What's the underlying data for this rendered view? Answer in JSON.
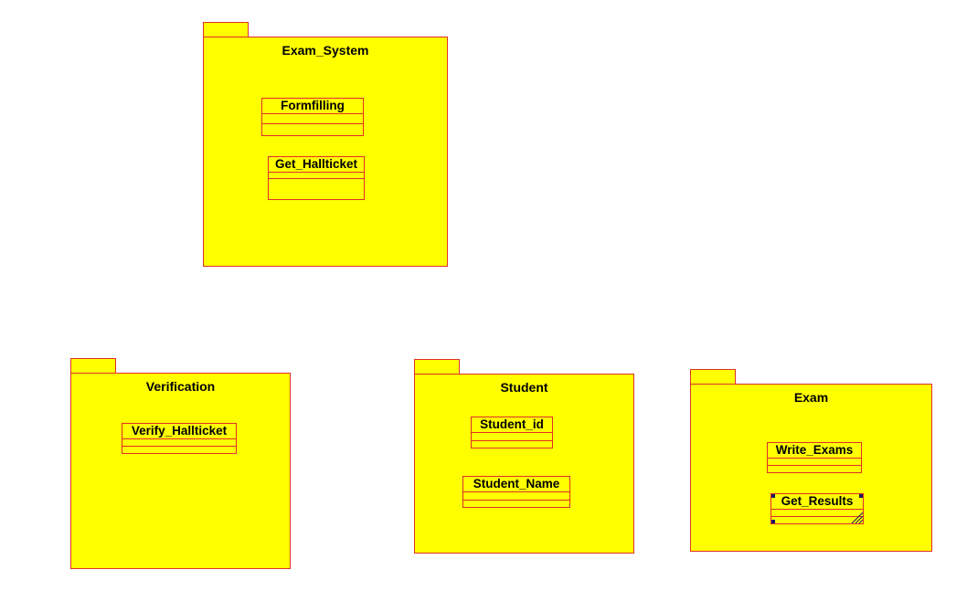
{
  "packages": [
    {
      "name": "Exam_System",
      "classes": [
        "Formfilling",
        "Get_Hallticket"
      ]
    },
    {
      "name": "Verification",
      "classes": [
        "Verify_Hallticket"
      ]
    },
    {
      "name": "Student",
      "classes": [
        "Student_id",
        "Student_Name"
      ]
    },
    {
      "name": "Exam",
      "classes": [
        "Write_Exams",
        "Get_Results"
      ]
    }
  ],
  "colors": {
    "fill": "#ffff00",
    "stroke": "#e0302a",
    "selection": "#1a1a5e"
  }
}
